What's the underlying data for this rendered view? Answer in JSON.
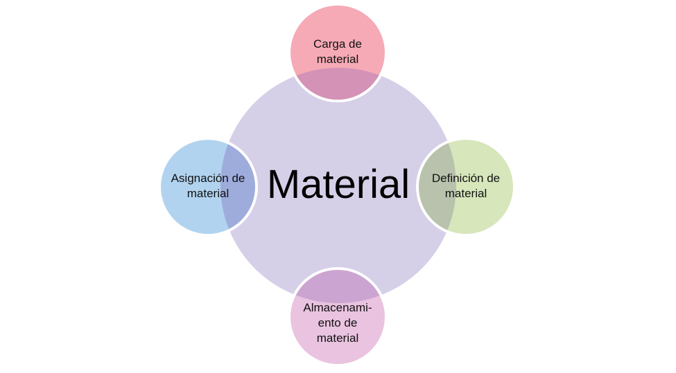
{
  "center": {
    "label": "Material",
    "color": "#d6cfe8"
  },
  "nodes": {
    "top": {
      "lines": [
        "Carga de",
        "material"
      ],
      "color": "#f5aab5",
      "overlap_color": "#d392b6"
    },
    "right": {
      "lines": [
        "Definición de",
        "material"
      ],
      "color": "#d7e6bb",
      "overlap_color": "#b8c2ac"
    },
    "bottom": {
      "lines": [
        "Almacenami-",
        "ento de",
        "material"
      ],
      "color": "#e9c3df",
      "overlap_color": "#cca4d1"
    },
    "left": {
      "lines": [
        "Asignación de",
        "material"
      ],
      "color": "#b1d3ef",
      "overlap_color": "#9eacdc"
    }
  }
}
